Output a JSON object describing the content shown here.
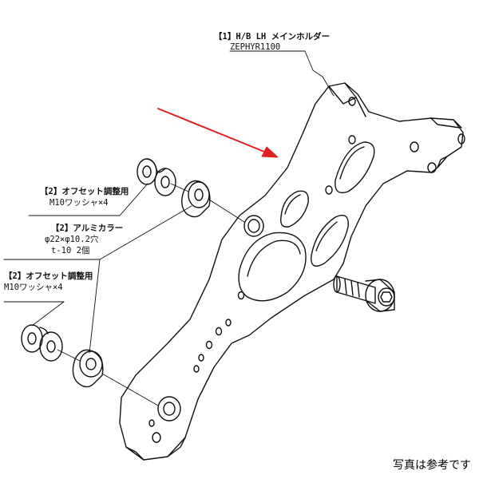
{
  "labels": {
    "main_holder_line1": "【1】H/B LH メインホルダー",
    "main_holder_line2": "ZEPHYR1100",
    "offset_washer_top_line1": "【2】オフセット調整用",
    "offset_washer_top_line2": "M10ワッシャ×4",
    "alu_collar_line1": "【2】アルミカラー",
    "alu_collar_line2": "φ22×φ10.2穴",
    "alu_collar_line3": "t-10 2個",
    "offset_washer_bottom_line1": "【2】オフセット調整用",
    "offset_washer_bottom_line2": "M10ワッシャ×4"
  },
  "caption": "写真は参考です",
  "colors": {
    "line": "#111111",
    "arrow": "#e02020",
    "background": "#ffffff"
  }
}
